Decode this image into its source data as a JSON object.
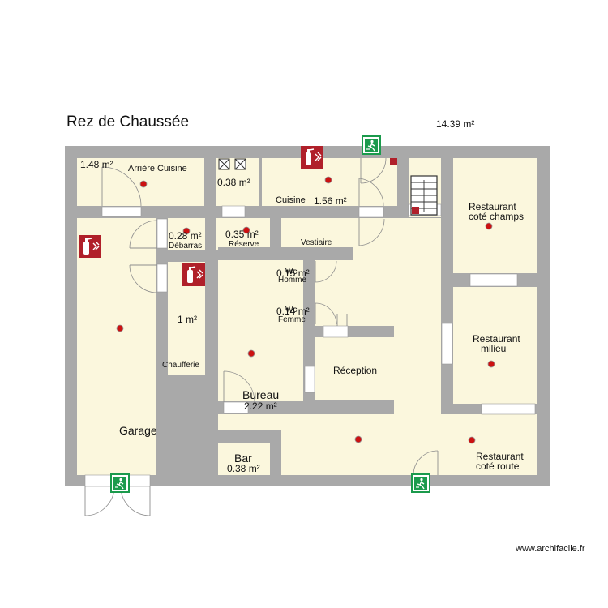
{
  "title": "Rez de Chaussée",
  "top_area": "14.39 m²",
  "credit": "www.archifacile.fr",
  "colors": {
    "floor": "#fbf7dd",
    "wall": "#a9a9a9",
    "safety_red": "#b0202a",
    "exit_green": "#1b9a4c",
    "detector": "#cc1111"
  },
  "icons": [
    "fire-extinguisher-icon",
    "emergency-exit-icon",
    "smoke-detector-icon",
    "ventilation-icon",
    "stairs-icon"
  ],
  "rooms": {
    "arriere_cuisine": {
      "name": "Arrière Cuisine",
      "area": "1.48 m²"
    },
    "reduit": {
      "area": "0.38 m²"
    },
    "cuisine": {
      "name": "Cuisine",
      "area": "1.56 m²"
    },
    "debarras": {
      "name": "Débarras",
      "area": "0.28 m²"
    },
    "reserve": {
      "name": "Réserve",
      "area": "0.35 m²"
    },
    "vestiaire": {
      "name": "Vestiaire"
    },
    "wc_homme": {
      "name1": "Wc",
      "name2": "Homme",
      "area": "0.15 m²"
    },
    "wc_femme": {
      "name1": "Wc",
      "name2": "Femme",
      "area": "0.14 m²"
    },
    "chaufferie": {
      "name": "Chaufferie",
      "area": "1 m²"
    },
    "garage": {
      "name": "Garage"
    },
    "bureau": {
      "name": "Bureau",
      "area": "2.22 m²"
    },
    "reception": {
      "name": "Réception"
    },
    "bar": {
      "name": "Bar",
      "area": "0.38 m²"
    },
    "restaurant_champs": {
      "name1": "Restaurant",
      "name2": "coté champs"
    },
    "restaurant_milieu": {
      "name1": "Restaurant",
      "name2": "milieu"
    },
    "restaurant_route": {
      "name1": "Restaurant",
      "name2": "coté route"
    }
  }
}
